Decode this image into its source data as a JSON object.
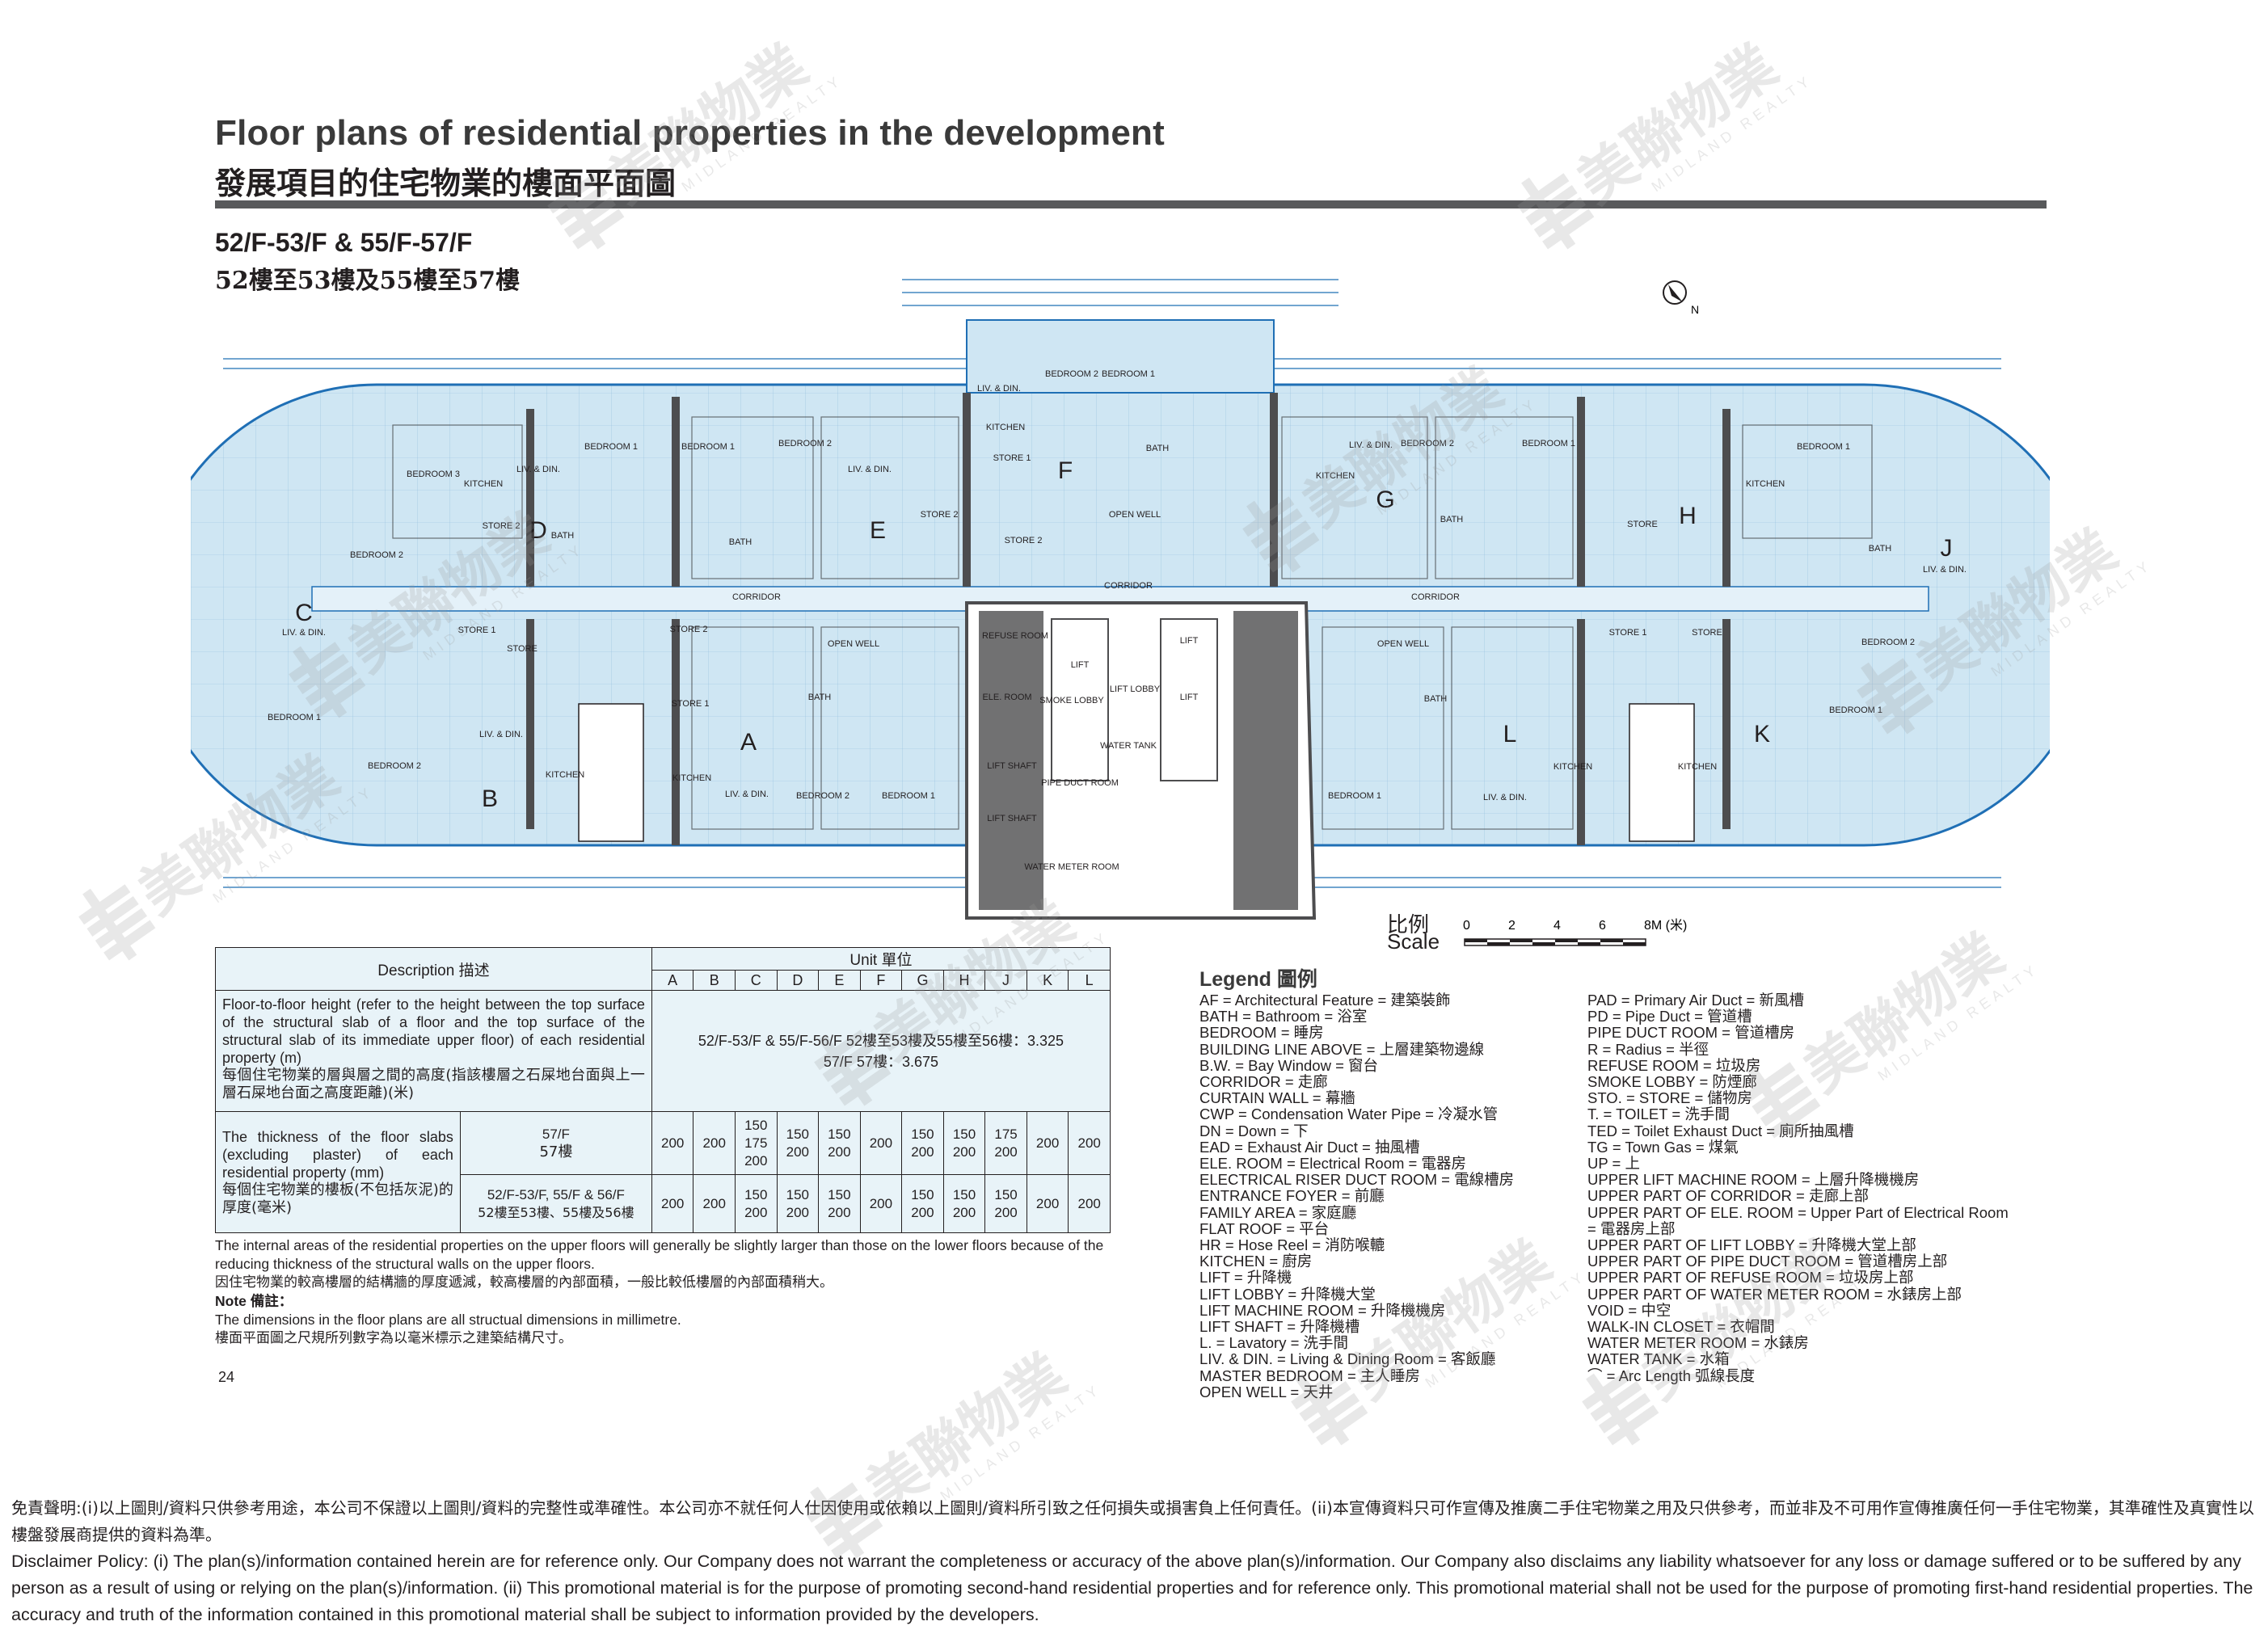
{
  "header": {
    "title_en": "Floor plans of residential properties in the development",
    "title_zh": "發展項目的住宅物業的樓面平面圖",
    "floors_en": "52/F-53/F & 55/F-57/F",
    "floors_zh": "52樓至53樓及55樓至57樓"
  },
  "plan": {
    "units": [
      "A",
      "B",
      "C",
      "D",
      "E",
      "F",
      "G",
      "H",
      "J",
      "K",
      "L"
    ],
    "labels": {
      "corridor": "CORRIDOR",
      "open_well": "OPEN WELL",
      "lift": "LIFT",
      "lift_lobby": "LIFT LOBBY",
      "lift_shaft": "LIFT SHAFT",
      "refuse_room": "REFUSE ROOM",
      "ele_room": "ELE. ROOM",
      "smoke_lobby": "SMOKE LOBBY",
      "water_tank": "WATER TANK",
      "pipe_duct_room": "PIPE DUCT ROOM",
      "water_meter_room": "WATER METER ROOM",
      "bedroom_1": "BEDROOM 1",
      "bedroom_2": "BEDROOM 2",
      "bedroom_3": "BEDROOM 3",
      "liv_din": "LIV. & DIN.",
      "kitchen": "KITCHEN",
      "bath": "BATH",
      "store": "STORE",
      "store_1": "STORE 1",
      "store_2": "STORE 2",
      "north": "N"
    }
  },
  "scale": {
    "label_zh": "比例",
    "label_en": "Scale",
    "ticks": [
      "0",
      "2",
      "4",
      "6",
      "8M (米)"
    ]
  },
  "table": {
    "desc_header": "Description 描述",
    "unit_header": "Unit 單位",
    "units": [
      "A",
      "B",
      "C",
      "D",
      "E",
      "F",
      "G",
      "H",
      "J",
      "K",
      "L"
    ],
    "row1_label_en": "Floor-to-floor height (refer to the height between the top surface of the structural slab of a floor and the top surface of the structural slab of its immediate upper floor) of each residential property (m)",
    "row1_label_zh": "每個住宅物業的層與層之間的高度(指該樓層之石屎地台面與上一層石屎地台面之高度距離)(米)",
    "row1_value_a": "52/F-53/F & 55/F-56/F 52樓至53樓及55樓至56樓：3.325",
    "row1_value_b": "57/F 57樓：3.675",
    "row2_label_en": "The thickness of the floor slabs (excluding plaster) of each residential property (mm)",
    "row2_label_zh": "每個住宅物業的樓板(不包括灰泥)的厚度(毫米)",
    "row2a_floor_en": "57/F",
    "row2a_floor_zh": "57樓",
    "row2a_values": [
      "200",
      "200",
      "150 175 200",
      "150 200",
      "150 200",
      "200",
      "150 200",
      "150 200",
      "175 200",
      "200",
      "200"
    ],
    "row2b_floor_en": "52/F-53/F, 55/F & 56/F",
    "row2b_floor_zh": "52樓至53樓、55樓及56樓",
    "row2b_values": [
      "200",
      "200",
      "150 200",
      "150 200",
      "150 200",
      "200",
      "150 200",
      "150 200",
      "150 200",
      "200",
      "200"
    ]
  },
  "notes": {
    "line1": "The internal areas of the residential properties on the upper floors will generally be slightly larger than those on the lower floors because of the reducing thickness of the structural walls on the upper floors.",
    "line2": "因住宅物業的較高樓層的結構牆的厚度遞減，較高樓層的內部面積，一般比較低樓層的內部面積稍大。",
    "note_label": "Note 備註：",
    "line3": "The dimensions in the floor plans are all structual dimensions in millimetre.",
    "line4": "樓面平面圖之尺規所列數字為以毫米標示之建築結構尺寸。"
  },
  "page_number": "24",
  "legend": {
    "title": "Legend 圖例",
    "left": [
      "AF = Architectural Feature = 建築裝飾",
      "BATH = Bathroom = 浴室",
      "BEDROOM = 睡房",
      "BUILDING LINE ABOVE = 上層建築物邊線",
      "B.W. = Bay Window = 窗台",
      "CORRIDOR = 走廊",
      "CURTAIN WALL = 幕牆",
      "CWP = Condensation Water Pipe = 冷凝水管",
      "DN = Down = 下",
      "EAD = Exhaust Air Duct = 抽風槽",
      "ELE. ROOM = Electrical Room = 電器房",
      "ELECTRICAL RISER DUCT ROOM = 電線槽房",
      "ENTRANCE FOYER = 前廳",
      "FAMILY AREA = 家庭廳",
      "FLAT ROOF = 平台",
      "HR = Hose Reel = 消防喉轆",
      "KITCHEN = 廚房",
      "LIFT = 升降機",
      "LIFT LOBBY = 升降機大堂",
      "LIFT MACHINE ROOM = 升降機機房",
      "LIFT SHAFT = 升降機槽",
      "L. = Lavatory = 洗手間",
      "LIV. & DIN. = Living & Dining Room = 客飯廳",
      "MASTER BEDROOM = 主人睡房",
      "OPEN WELL = 天井"
    ],
    "right": [
      "PAD = Primary Air Duct = 新風槽",
      "PD = Pipe Duct = 管道槽",
      "PIPE DUCT ROOM = 管道槽房",
      "R = Radius = 半徑",
      "REFUSE ROOM = 垃圾房",
      "SMOKE LOBBY = 防煙廊",
      "STO. = STORE = 儲物房",
      "T. = TOILET = 洗手間",
      "TED = Toilet Exhaust Duct = 廁所抽風槽",
      "TG = Town Gas = 煤氣",
      "UP = 上",
      "UPPER LIFT MACHINE ROOM = 上層升降機機房",
      "UPPER PART OF CORRIDOR = 走廊上部",
      "UPPER PART OF ELE. ROOM = Upper Part of Electrical Room",
      "= 電器房上部",
      "UPPER PART OF LIFT LOBBY = 升降機大堂上部",
      "UPPER PART OF PIPE DUCT ROOM = 管道槽房上部",
      "UPPER PART OF REFUSE ROOM = 垃圾房上部",
      "UPPER PART OF WATER METER ROOM = 水錶房上部",
      "VOID = 中空",
      "WALK-IN CLOSET = 衣帽間",
      "WATER METER ROOM = 水錶房",
      "WATER TANK = 水箱",
      "⌒ = Arc Length 弧線長度"
    ]
  },
  "disclaimer": {
    "zh": "免責聲明:(i)以上圖則/資料只供參考用途，本公司不保證以上圖則/資料的完整性或準確性。本公司亦不就任何人仕因使用或依賴以上圖則/資料所引致之任何損失或損害負上任何責任。(ii)本宣傳資料只可作宣傳及推廣二手住宅物業之用及只供參考，而並非及不可用作宣傳推廣任何一手住宅物業，其準確性及真實性以樓盤發展商提供的資料為準。",
    "en": "Disclaimer Policy: (i) The plan(s)/information contained herein are for reference only. Our Company does not warrant the completeness or accuracy of the above plan(s)/information. Our Company also disclaims any liability whatsoever for any loss or damage suffered or to be suffered by any person as a result of using or relying on the plan(s)/information. (ii) This promotional material is for the purpose of promoting second-hand residential properties and for reference only. This promotional material shall not be used for the purpose of promoting first-hand residential properties. The accuracy and truth of the information contained in this promotional material shall be subject to information provided by the developers."
  },
  "watermark": {
    "brand_zh": "美聯物業",
    "brand_en": "MIDLAND REALTY"
  },
  "colors": {
    "plan_fill": "#cfe6f3",
    "plan_line": "#1f6fb5",
    "wall": "#4d4d4f",
    "rule": "#58595b",
    "watermark": "#9a9a9a"
  }
}
